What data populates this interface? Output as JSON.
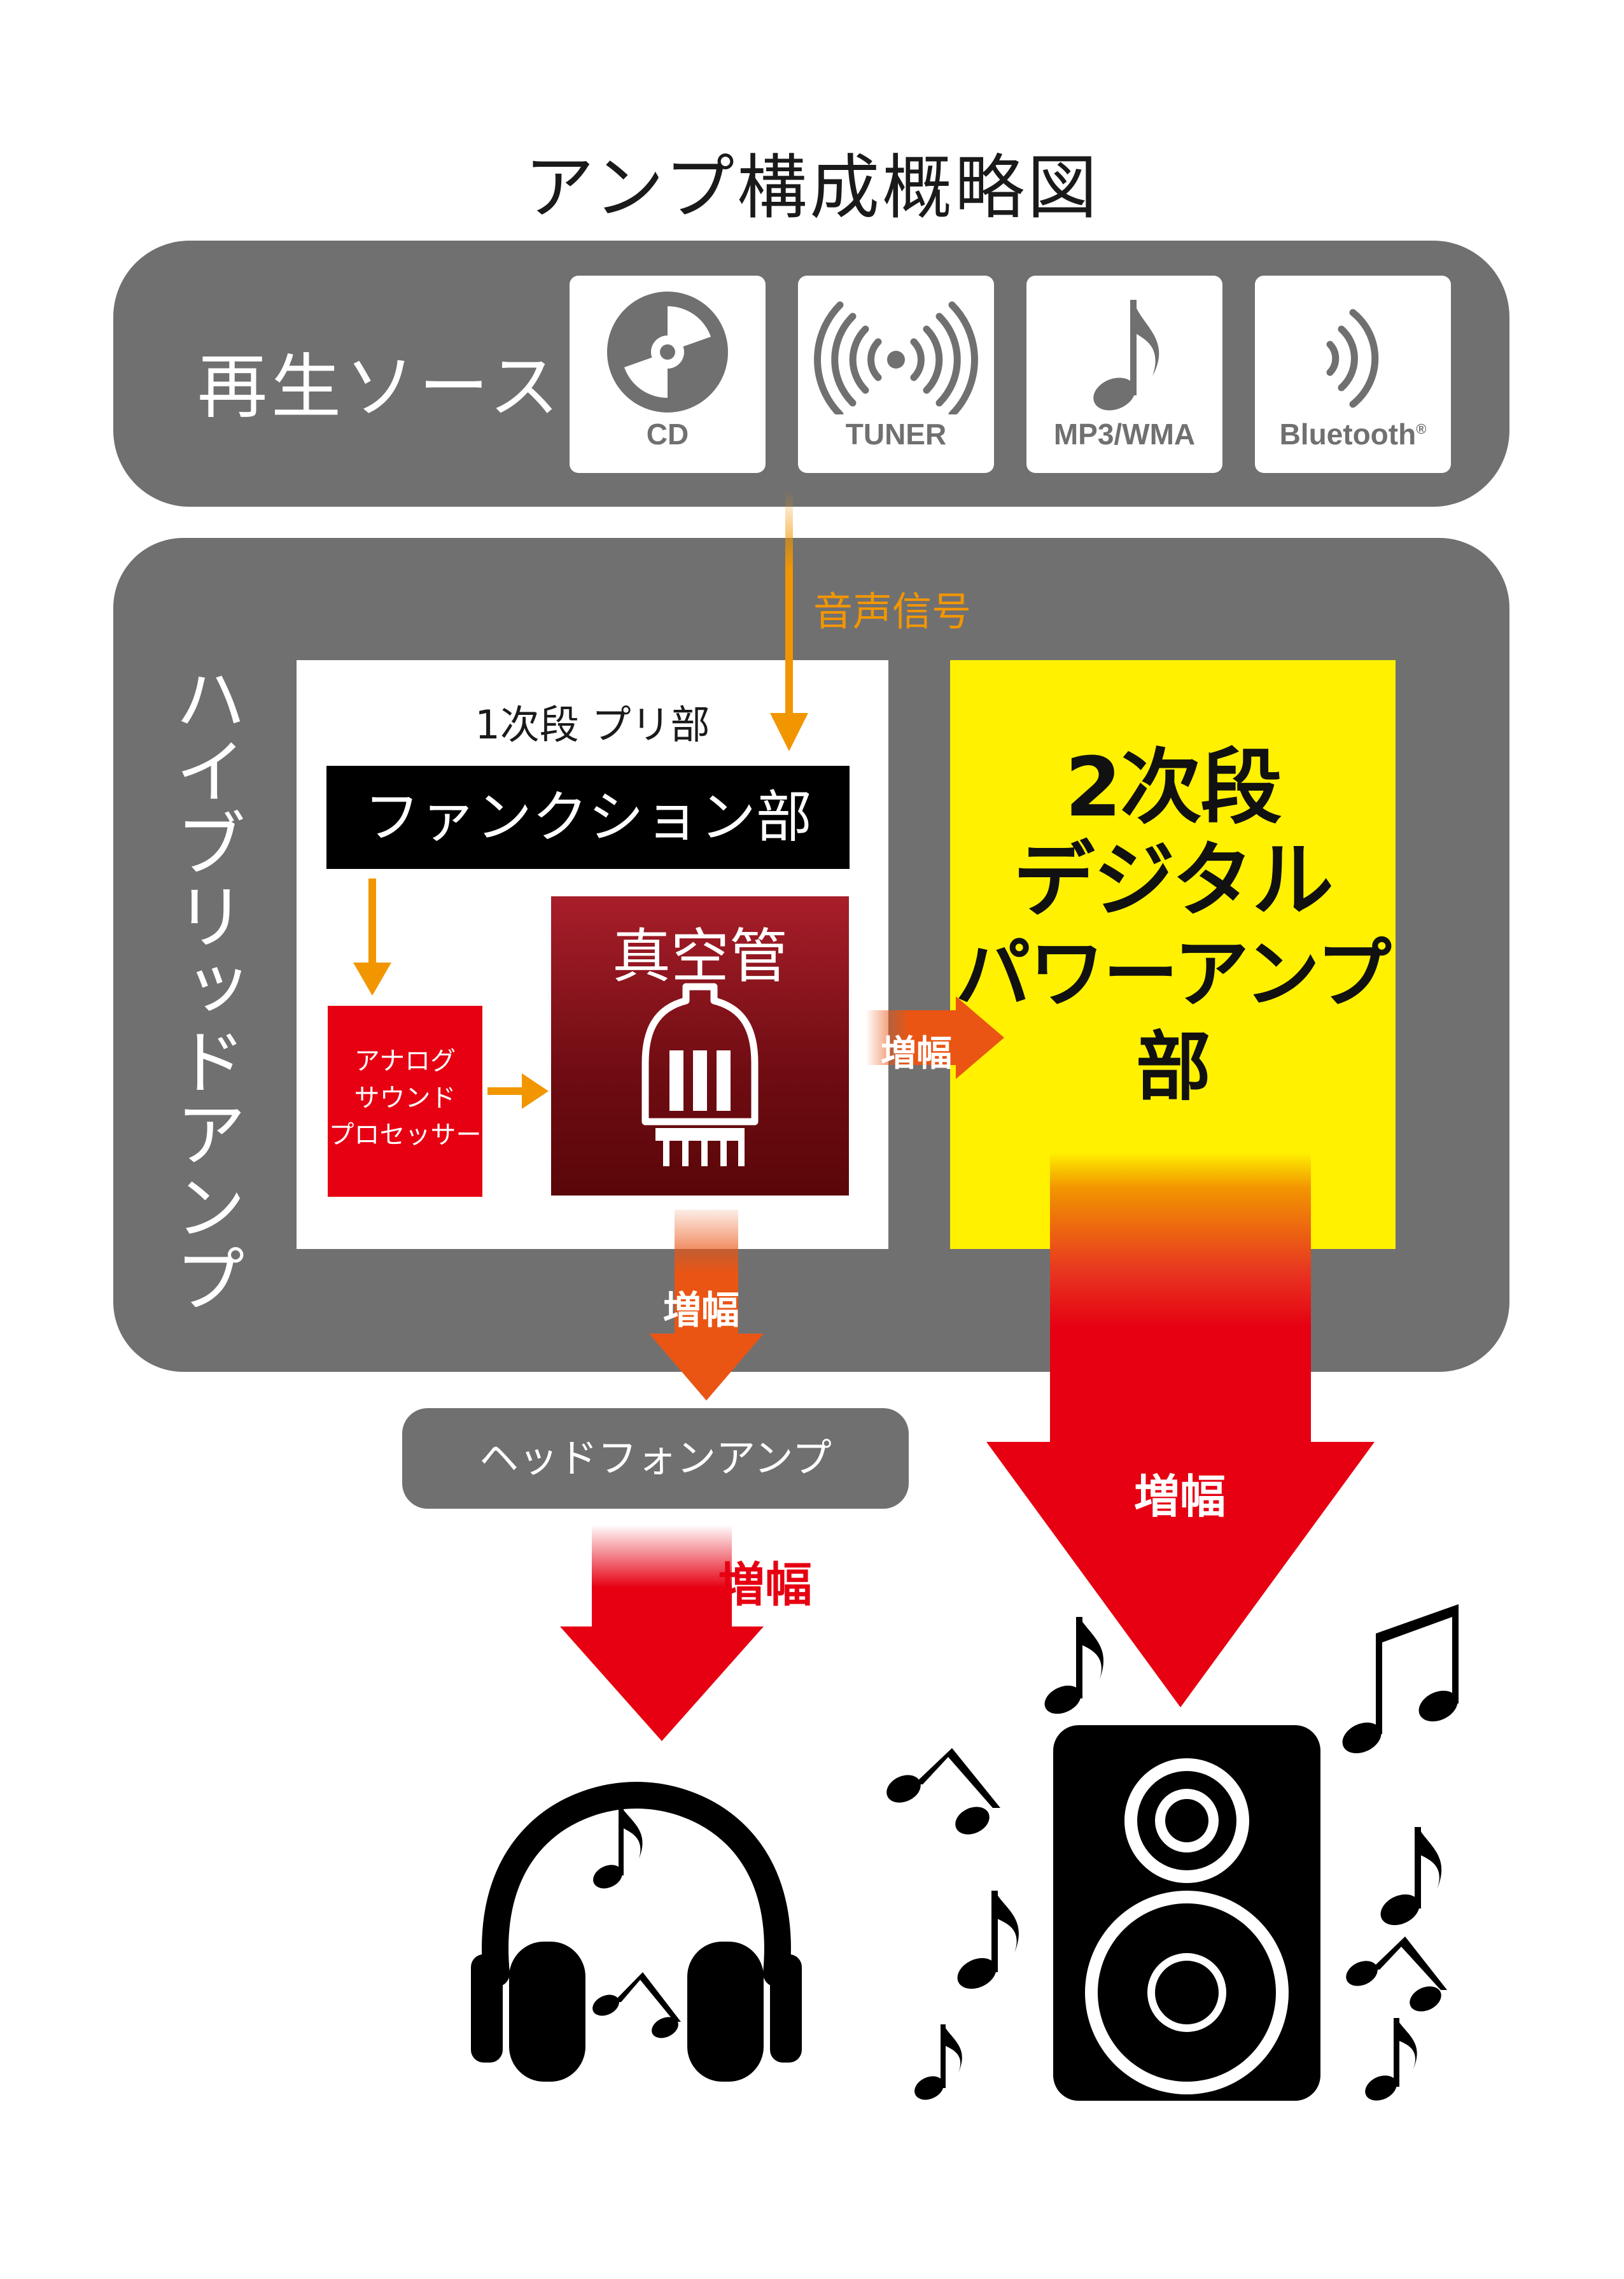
{
  "title": "アンプ構成概略図",
  "sources": {
    "label": "再生ソース",
    "items": [
      {
        "label": "CD",
        "icon": "cd-icon"
      },
      {
        "label": "TUNER",
        "icon": "radio-waves-icon"
      },
      {
        "label": "MP3/WMA",
        "icon": "music-note-icon"
      },
      {
        "label": "Bluetooth",
        "icon": "bluetooth-waves-icon",
        "mark": "®"
      }
    ]
  },
  "signal_label": "音声信号",
  "hybrid": {
    "label": "ハイブリッドアンプ",
    "stage1": {
      "title": "1次段 プリ部",
      "function": "ファンクション部",
      "analog": [
        "アナログ",
        "サウンド",
        "プロセッサー"
      ],
      "tube": "真空管"
    },
    "stage2": {
      "lines": [
        "2次段",
        "デジタル",
        "パワーアンプ部"
      ]
    }
  },
  "amp_labels": {
    "tube_to_power": "増幅",
    "tube_down": "増幅",
    "power_down": "増幅",
    "headphone_down": "増幅"
  },
  "headphone_amp": "ヘッドフォンアンプ",
  "colors": {
    "panel_gray": "#717071",
    "yellow": "#fff100",
    "red": "#e60012",
    "orange": "#f29600",
    "dark_red": "#6e0c12"
  }
}
